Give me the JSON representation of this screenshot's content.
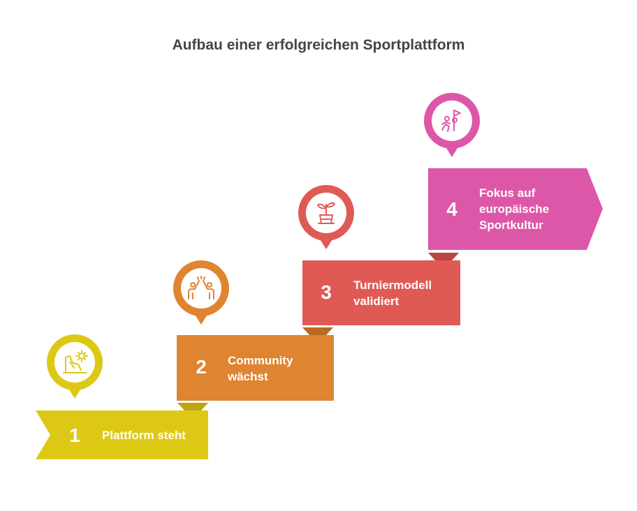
{
  "title": "Aufbau einer erfolgreichen Sportplattform",
  "steps": [
    {
      "number": "1",
      "label": [
        "Plattform steht"
      ],
      "color": "#DDC915",
      "icon": "landscape-sun-icon"
    },
    {
      "number": "2",
      "label": [
        "Community",
        "wächst"
      ],
      "color": "#DF8430",
      "icon": "high-five-icon"
    },
    {
      "number": "3",
      "label": [
        "Turniermodell",
        "validiert"
      ],
      "color": "#E05A55",
      "icon": "trophy-plant-icon"
    },
    {
      "number": "4",
      "label": [
        "Fokus auf",
        "europäische",
        "Sportkultur"
      ],
      "color": "#DD57A8",
      "icon": "runner-goal-icon"
    }
  ]
}
